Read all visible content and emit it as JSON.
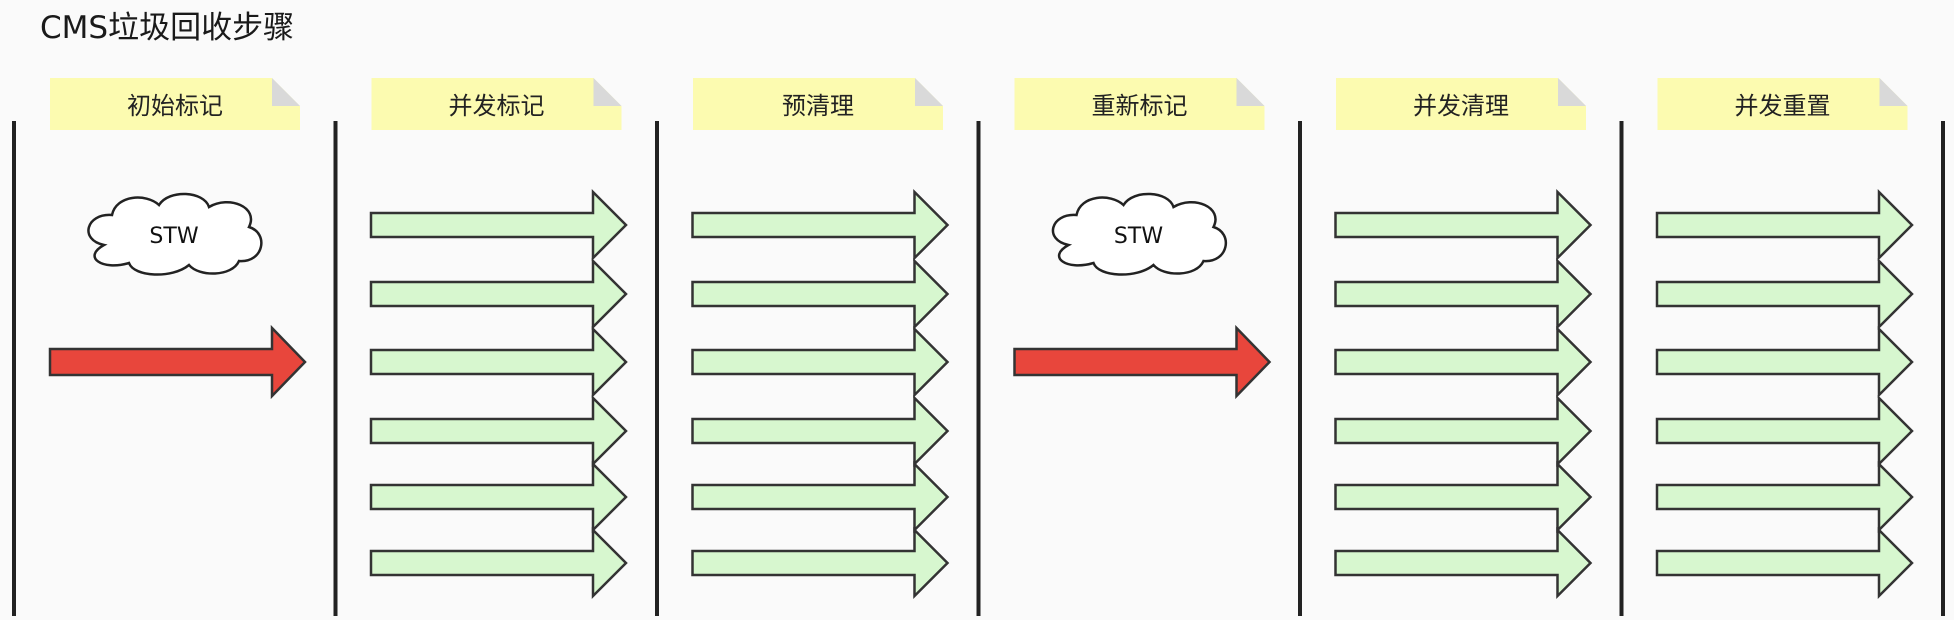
{
  "title": "CMS垃圾回收步骤",
  "phases": [
    {
      "label": "初始标记",
      "stw_label": "STW",
      "arrow_type": "stw",
      "arrow_count": 1
    },
    {
      "label": "并发标记",
      "stw_label": "",
      "arrow_type": "concurrent",
      "arrow_count": 6
    },
    {
      "label": "预清理",
      "stw_label": "",
      "arrow_type": "concurrent",
      "arrow_count": 6
    },
    {
      "label": "重新标记",
      "stw_label": "STW",
      "arrow_type": "stw",
      "arrow_count": 1
    },
    {
      "label": "并发清理",
      "stw_label": "",
      "arrow_type": "concurrent",
      "arrow_count": 6
    },
    {
      "label": "并发重置",
      "stw_label": "",
      "arrow_type": "concurrent",
      "arrow_count": 6
    }
  ],
  "colors": {
    "stw_arrow": "#e8463c",
    "concurrent_arrow": "#d7f7cf",
    "note": "#fcfbb0",
    "note_fold": "#d9d9d9",
    "divider": "#222222",
    "background": "#fafafa"
  }
}
